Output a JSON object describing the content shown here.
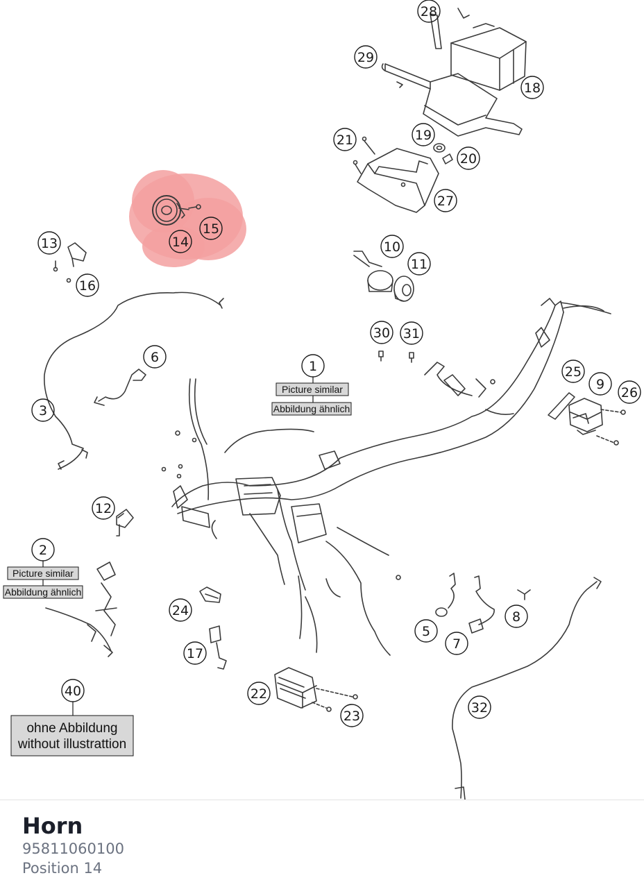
{
  "callouts": [
    "28",
    "29",
    "18",
    "19",
    "21",
    "20",
    "27",
    "14",
    "15",
    "13",
    "16",
    "10",
    "11",
    "30",
    "31",
    "1",
    "6",
    "3",
    "25",
    "9",
    "26",
    "12",
    "2",
    "24",
    "5",
    "7",
    "8",
    "17",
    "22",
    "23",
    "40",
    "32"
  ],
  "labels": {
    "picture_similar": "Picture similar",
    "abbildung_aehnlich": "Abbildung ähnlich",
    "ohne_abbildung": "ohne Abbildung",
    "without_illustration": "without illustrattion"
  },
  "highlight": {
    "callouts": [
      "14",
      "15"
    ],
    "color": "#f3a0a0"
  },
  "colors": {
    "line": "#3a3a3a",
    "label_box": "#d8d8d8",
    "title": "#1b1f2a",
    "subtext": "#6b7280"
  },
  "part": {
    "name": "Horn",
    "number": "95811060100",
    "position_text": "Position 14"
  }
}
